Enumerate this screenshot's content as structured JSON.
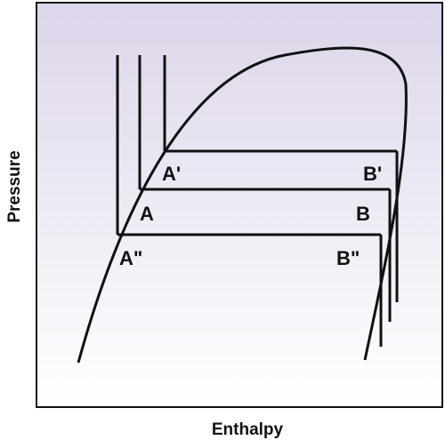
{
  "axes": {
    "x_label": "Enthalpy",
    "y_label": "Pressure"
  },
  "colors": {
    "background_top": "#ddd5ea",
    "background_bottom": "#ffffff",
    "ink": "#111111"
  },
  "labels": {
    "a_prime": "A'",
    "b_prime": "B'",
    "a": "A",
    "b": "B",
    "a_double_prime": "A\"",
    "b_double_prime": "B\""
  }
}
